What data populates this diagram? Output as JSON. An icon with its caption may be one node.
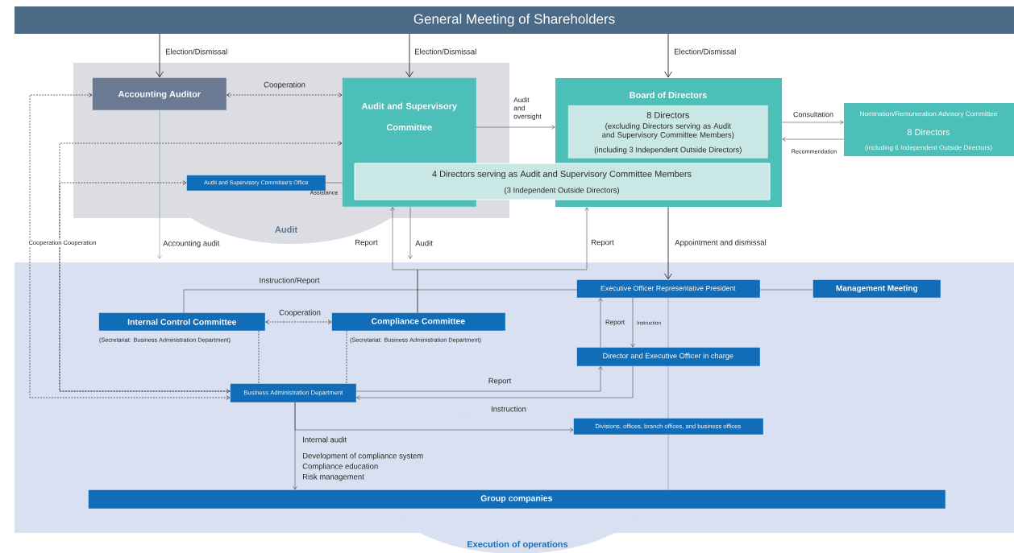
{
  "diagram": {
    "nodes": [
      {
        "text": [
          "General Meeting of Shareholders"
        ]
      },
      {
        "text": [
          "Audit"
        ]
      },
      {
        "text": [
          "Accounting Auditor"
        ],
        "in": 1
      },
      {
        "text": [
          "Audit and Supervisory Committee"
        ],
        "in": 1
      },
      {
        "text": [
          "Audit and Supervisory Committee's Office"
        ],
        "in": 1
      },
      {
        "text": [
          "Board of Directors"
        ]
      },
      {
        "text": [
          "8 Directors",
          "(excluding Directors serving as Audit and Supervisory Committee Members)",
          "(including 3 Independent Outside Directors)"
        ],
        "in": 5
      },
      {
        "text": [
          "4 Directors serving as Audit and Supervisory Committee Members",
          "(3 Independent Outside Directors)"
        ]
      },
      {
        "text": [
          "Nomination/Remuneration Advisory Committee",
          "8 Directors",
          "(including 6 Independent Outside Directors)"
        ]
      },
      {
        "text": [
          "Execution of operations"
        ]
      },
      {
        "text": [
          "Executive Officer Representative President"
        ],
        "in": 9
      },
      {
        "text": [
          "Management Meeting"
        ],
        "in": 9
      },
      {
        "text": [
          "Internal Control Committee"
        ],
        "in": 9,
        "beside": [
          "(Secretariat: Business Administration Department)"
        ]
      },
      {
        "text": [
          "Compliance Committee"
        ],
        "in": 9,
        "beside": [
          "(Secretariat: Business Administration Department)"
        ]
      },
      {
        "text": [
          "Director and Executive Officer in charge"
        ],
        "in": 9
      },
      {
        "text": [
          "Business Administration Department"
        ],
        "in": 9
      },
      {
        "text": [
          "Divisions, offices, branch offices, and business offices"
        ],
        "in": 9
      },
      {
        "text": [
          "Group companies"
        ],
        "in": 9
      }
    ],
    "edges": [
      {
        "from": 0,
        "to": 2,
        "arrow": "to",
        "label": "Election/Dismissal"
      },
      {
        "from": 0,
        "to": 3,
        "arrow": "to",
        "label": "Election/Dismissal"
      },
      {
        "from": 0,
        "to": 5,
        "arrow": "to",
        "label": "Election/Dismissal"
      },
      {
        "from": 2,
        "to": 3,
        "arrow": "both",
        "label": "Cooperation",
        "style": "dashed"
      },
      {
        "from": 3,
        "to": 5,
        "arrow": "to",
        "label": "Audit and oversight"
      },
      {
        "from": 5,
        "to": 8,
        "arrow": "to",
        "label": "Consultation"
      },
      {
        "from": 8,
        "to": 5,
        "arrow": "to",
        "label": "Recommendation"
      },
      {
        "from": 4,
        "to": 3,
        "arrow": "none",
        "label": "Assistance"
      },
      {
        "from": 2,
        "to": 9,
        "arrow": "to",
        "label": "Accounting audit",
        "color": "#5f7d99"
      },
      {
        "from": 3,
        "to": 9,
        "arrow": "to",
        "label": "Audit"
      },
      {
        "from": 13,
        "to": 3,
        "arrow": "to",
        "label": "Report"
      },
      {
        "from": 13,
        "to": 5,
        "arrow": "to",
        "label": "Report"
      },
      {
        "from": 5,
        "to": 10,
        "arrow": "to",
        "label": "Appointment and dismissal"
      },
      {
        "from": 12,
        "to": 10,
        "arrow": "none",
        "label": "Instruction/Report"
      },
      {
        "from": 10,
        "to": 11,
        "arrow": "none"
      },
      {
        "from": 12,
        "to": 13,
        "arrow": "both",
        "label": "Cooperation",
        "style": "dashed"
      },
      {
        "from": 14,
        "to": 10,
        "arrow": "to",
        "label": "Report"
      },
      {
        "from": 10,
        "to": 14,
        "arrow": "to",
        "label": "Instruction"
      },
      {
        "from": 15,
        "to": 14,
        "arrow": "to",
        "label": "Report"
      },
      {
        "from": 14,
        "to": 15,
        "arrow": "to",
        "label": "Instruction"
      },
      {
        "from": 15,
        "to": 16,
        "arrow": "to"
      },
      {
        "from": 15,
        "to": 17,
        "arrow": "to"
      },
      {
        "from": 10,
        "to": 14,
        "arrow": "none",
        "color": "#5f7d99"
      },
      {
        "from": 14,
        "to": 16,
        "arrow": "none",
        "color": "#5f7d99"
      },
      {
        "from": 16,
        "to": 17,
        "arrow": "none",
        "color": "#5f7d99"
      },
      {
        "from": 2,
        "to": 15,
        "arrow": "both",
        "label": "Cooperation",
        "style": "dashed"
      },
      {
        "from": 3,
        "to": 15,
        "arrow": "both",
        "label": "Cooperation",
        "style": "dashed"
      },
      {
        "from": 15,
        "to": 4,
        "arrow": "to",
        "style": "dashed"
      },
      {
        "from": 12,
        "to": 15,
        "arrow": "none",
        "style": "dashed"
      },
      {
        "from": 13,
        "to": 15,
        "arrow": "none",
        "style": "dashed"
      }
    ],
    "labels": [
      "Internal audit",
      "Development of compliance system",
      "Compliance education",
      "Risk management"
    ]
  }
}
